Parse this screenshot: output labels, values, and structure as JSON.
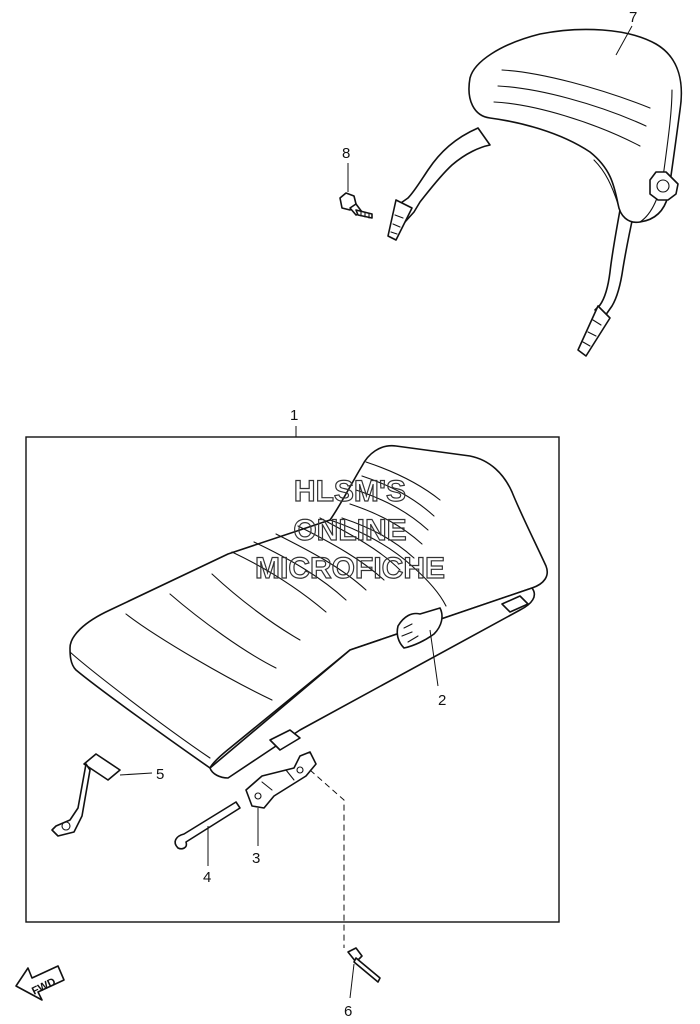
{
  "callouts": {
    "c1": "1",
    "c2": "2",
    "c3": "3",
    "c4": "4",
    "c5": "5",
    "c6": "6",
    "c7": "7",
    "c8": "8"
  },
  "watermark": {
    "line1": "HLSM'S",
    "line2": "ONLINE",
    "line3": "MICROFICHE"
  },
  "direction_arrow": {
    "label": "FWD"
  }
}
